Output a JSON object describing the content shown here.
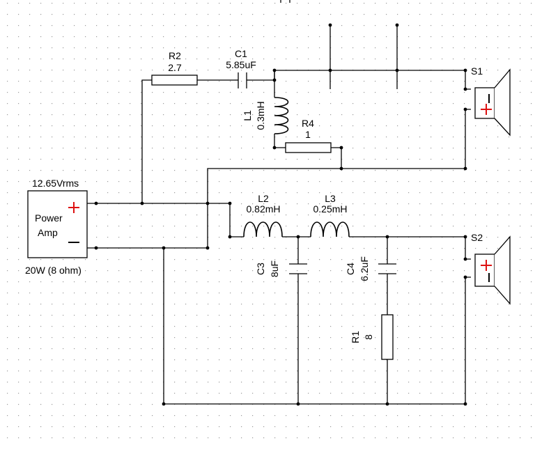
{
  "amp": {
    "voltage": "12.65Vrms",
    "name_line1": "Power",
    "name_line2": "Amp",
    "rating": "20W (8 ohm)"
  },
  "components": {
    "R2": {
      "ref": "R2",
      "value": "2.7"
    },
    "C1": {
      "ref": "C1",
      "value": "5.85uF"
    },
    "L1": {
      "ref": "L1",
      "value": "0.3mH"
    },
    "R4": {
      "ref": "R4",
      "value": "1"
    },
    "L2": {
      "ref": "L2",
      "value": "0.82mH"
    },
    "L3": {
      "ref": "L3",
      "value": "0.25mH"
    },
    "C3": {
      "ref": "C3",
      "value": "8uF"
    },
    "C4": {
      "ref": "C4",
      "value": "6.2uF"
    },
    "R1": {
      "ref": "R1",
      "value": "8"
    }
  },
  "speakers": {
    "S1": "S1",
    "S2": "S2"
  },
  "colors": {
    "plus": "#dd1111",
    "wire": "#000000",
    "grid": "#9a9a9a"
  }
}
